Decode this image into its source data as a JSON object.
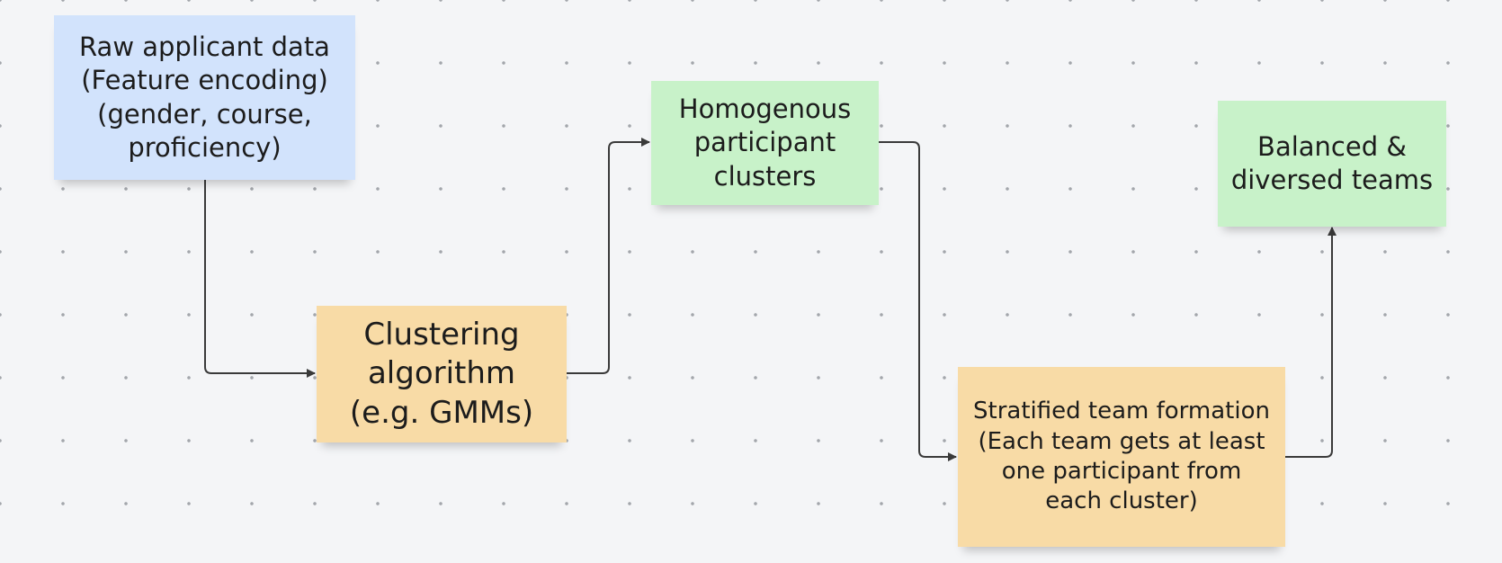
{
  "diagram": {
    "nodes": {
      "raw_data": {
        "text": "Raw applicant data\n(Feature encoding)\n(gender, course,\nproficiency)",
        "color": "#d2e3fc"
      },
      "clustering": {
        "text": "Clustering\nalgorithm\n(e.g. GMMs)",
        "color": "#f8dba6"
      },
      "clusters": {
        "text": "Homogenous\nparticipant\nclusters",
        "color": "#c8f2c9"
      },
      "stratified": {
        "text": "Stratified team formation\n(Each team gets at least\none participant from\neach cluster)",
        "color": "#f8dba6"
      },
      "teams": {
        "text": "Balanced &\ndiversed teams",
        "color": "#c8f2c9"
      }
    },
    "edges": [
      {
        "from": "raw_data",
        "to": "clustering"
      },
      {
        "from": "clustering",
        "to": "clusters"
      },
      {
        "from": "clusters",
        "to": "stratified"
      },
      {
        "from": "stratified",
        "to": "teams"
      }
    ]
  }
}
